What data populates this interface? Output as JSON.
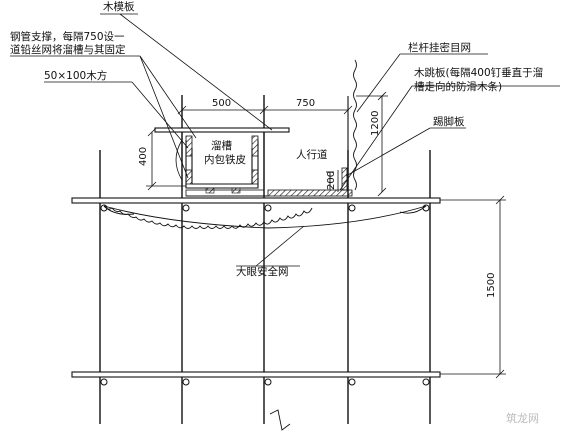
{
  "labels": {
    "wood_formwork": "木模板",
    "steel_support_1": "钢管支撑，每隔750设一",
    "steel_support_2": "道铅丝网将溜槽与其固定",
    "timber": "50×100木方",
    "chute": "溜槽",
    "chute_sub": "内包铁皮",
    "walkway": "人行道",
    "railing_mesh": "栏杆挂密目网",
    "board_1": "木跳板(每隔400钉垂直于溜",
    "board_2": "槽走向的防滑木条)",
    "toe_board": "踢脚板",
    "safety_net": "大眼安全网",
    "watermark": "筑龙网"
  },
  "dimensions": {
    "d500": "500",
    "d750": "750",
    "d400": "400",
    "d1200": "1200",
    "d200": "200",
    "d1500": "1500"
  },
  "colors": {
    "line": "#111111",
    "background": "#ffffff"
  }
}
